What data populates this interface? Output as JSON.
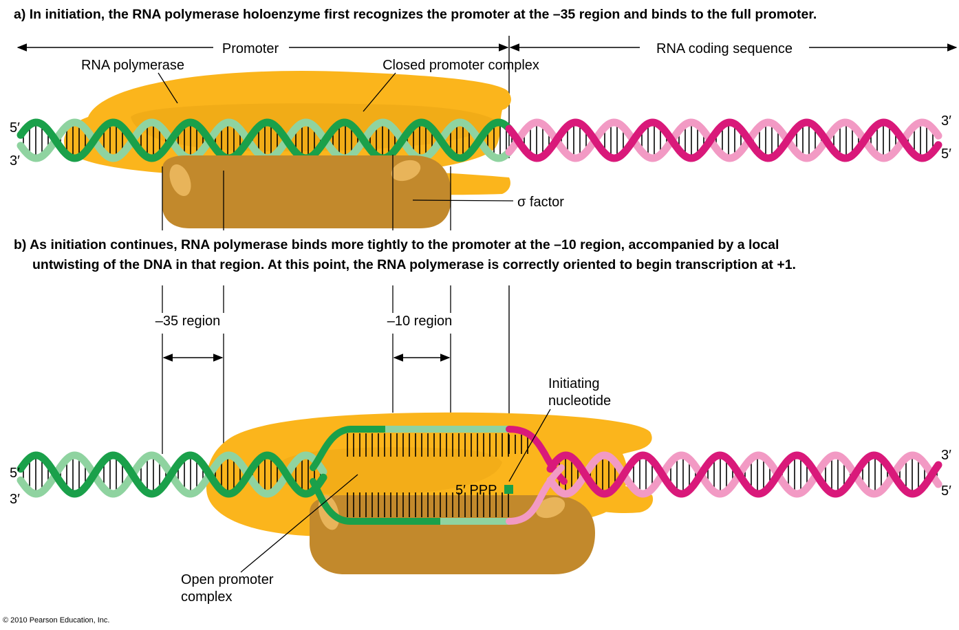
{
  "caption_a": "a) In initiation, the RNA polymerase holoenzyme first recognizes the promoter at the –35 region and binds to the full promoter.",
  "caption_b_line1": "b) As initiation continues, RNA polymerase binds more tightly to the promoter at the –10 region, accompanied by a local",
  "caption_b_line2": "untwisting of the DNA in that region. At this point, the RNA polymerase is correctly oriented to begin transcription at +1.",
  "labels": {
    "promoter": "Promoter",
    "rna_coding_sequence": "RNA coding sequence",
    "rna_polymerase": "RNA polymerase",
    "closed_promoter_complex": "Closed promoter complex",
    "sigma_factor": "σ factor",
    "minus35_region": "–35 region",
    "minus10_region": "–10 region",
    "initiating_nucleotide_line1": "Initiating",
    "initiating_nucleotide_line2": "nucleotide",
    "five_ppp": "5′ PPP",
    "open_promoter_complex_line1": "Open promoter",
    "open_promoter_complex_line2": "complex",
    "five_prime": "5′",
    "three_prime": "3′"
  },
  "copyright": "© 2010 Pearson Education, Inc.",
  "colors": {
    "promoter_dna_dark": "#1aa04a",
    "promoter_dna_light": "#8fd3a0",
    "coding_dna_dark": "#d9197a",
    "coding_dna_light": "#f29ac4",
    "polymerase": "#fbb51c",
    "polymerase_shade": "#e9a414",
    "sigma_factor": "#c2892c",
    "sigma_highlight": "#e8b45a",
    "nucleotide": "#1aa04a"
  },
  "icons": {
    "left_arrow": "arrow-left-icon",
    "right_arrow": "arrow-right-icon"
  }
}
